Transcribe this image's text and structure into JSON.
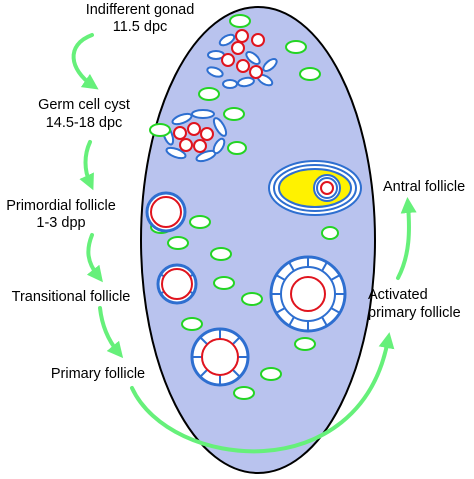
{
  "stages": {
    "indifferent_gonad": "Indifferent gonad",
    "indifferent_gonad_time": "11.5 dpc",
    "germ_cell_cyst": "Germ cell cyst",
    "germ_cell_cyst_time": "14.5-18 dpc",
    "primordial_follicle": "Primordial follicle",
    "primordial_follicle_time": "1-3 dpp",
    "transitional_follicle": "Transitional follicle",
    "primary_follicle": "Primary follicle",
    "activated_primary_follicle_line1": "Activated",
    "activated_primary_follicle_line2": "primary follicle",
    "antral_follicle": "Antral follicle"
  },
  "colors": {
    "ovary_fill": "#b9c3ee",
    "ovary_stroke": "#000000",
    "arrow": "#66f07a",
    "oocyte": "#e0141e",
    "granulosa": "#2e6fd0",
    "somatic_cell": "#24d424",
    "antrum": "#fff200"
  },
  "icons": {
    "ovary": "oval-ovary-shape",
    "oocyte": "red-ring",
    "granulosa_cell": "blue-ellipse",
    "somatic_cell": "green-ellipse",
    "arrow": "green-curved-arrow"
  }
}
